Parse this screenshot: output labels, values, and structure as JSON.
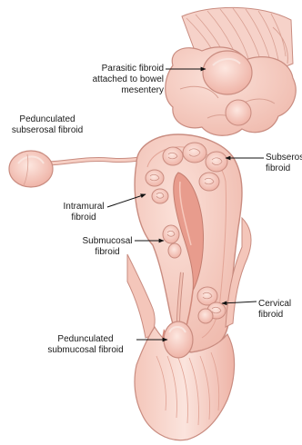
{
  "labels": {
    "parasitic": [
      "Parasitic fibroid",
      "attached to bowel",
      "mesentery"
    ],
    "pedunculated_subserosal": [
      "Pedunculated",
      "subserosal fibroid"
    ],
    "subserosal": [
      "Subserosal",
      "fibroid"
    ],
    "intramural": [
      "Intramural",
      "fibroid"
    ],
    "submucosal": [
      "Submucosal",
      "fibroid"
    ],
    "cervical": [
      "Cervical",
      "fibroid"
    ],
    "pedunculated_submucosal": [
      "Pedunculated",
      "submucosal fibroid"
    ]
  },
  "colors": {
    "tissue_fill": "#f6cfc4",
    "tissue_light": "#fbe3dc",
    "tissue_dark": "#e9a99c",
    "outline": "#c98c80",
    "fibroid_fill": "#f3c3b6",
    "leader_line": "#111111"
  }
}
